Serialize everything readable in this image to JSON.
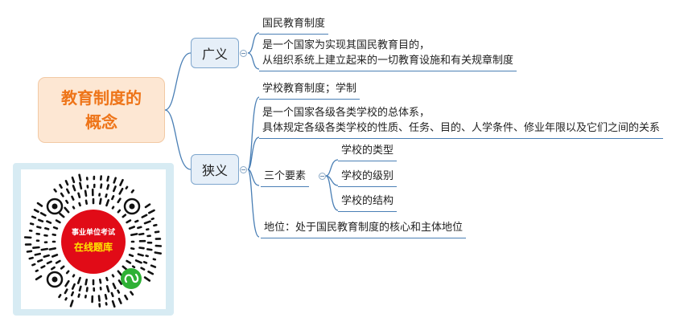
{
  "root": {
    "line1": "教育制度的",
    "line2": "概念"
  },
  "broad": {
    "label": "广义",
    "title": "国民教育制度",
    "def_line1": "是一个国家为实现其国民教育目的，",
    "def_line2": "从组织系统上建立起来的一切教育设施和有关规章制度"
  },
  "narrow": {
    "label": "狭义",
    "title": "学校教育制度；学制",
    "def_line1": "是一个国家各级各类学校的总体系，",
    "def_line2": "具体规定各级各类学校的性质、任务、目的、人学条件、修业年限以及它们之间的关系",
    "elements": {
      "label": "三个要素",
      "items": [
        "学校的类型",
        "学校的级别",
        "学校的结构"
      ]
    },
    "status": "地位：处于国民教育制度的核心和主体地位"
  },
  "qr": {
    "badge_line1": "事业单位考试",
    "badge_line2": "在线题库"
  },
  "colors": {
    "root_fill": "#fde7d3",
    "root_text": "#ee7418",
    "branch_fill": "#e6eff8",
    "connector": "#4a7fb5",
    "qr_frame": "#d7ebf3",
    "badge_red": "#e10b17",
    "badge_text": "#ffe600",
    "wechat_green": "#2eb135"
  }
}
